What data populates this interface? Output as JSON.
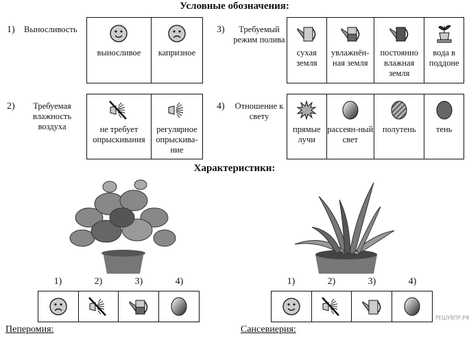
{
  "legend_title": "Условные обозначения:",
  "groups": [
    {
      "num": "1)",
      "label": "Выносливость",
      "items": [
        {
          "icon": "smile-face",
          "text": "выносливое"
        },
        {
          "icon": "sad-face",
          "text": "капризное"
        }
      ]
    },
    {
      "num": "2)",
      "label": "Требуемая влажность воздуха",
      "items": [
        {
          "icon": "sprayer-crossed",
          "text": "не требует опрыскивания"
        },
        {
          "icon": "sprayer",
          "text": "регулярное опрыскива-ние"
        }
      ]
    },
    {
      "num": "3)",
      "label": "Требуемый режим полива",
      "items": [
        {
          "icon": "watering-can-empty",
          "text": "сухая земля"
        },
        {
          "icon": "watering-can-half",
          "text": "увлажнён-ная земля"
        },
        {
          "icon": "watering-can-full",
          "text": "постоянно влажная земля"
        },
        {
          "icon": "pot-in-tray",
          "text": "вода в поддоне"
        }
      ]
    },
    {
      "num": "4)",
      "label": "Отношение к свету",
      "items": [
        {
          "icon": "sun-burst",
          "text": "прямые лучи"
        },
        {
          "icon": "gradient-circle",
          "text": "рассеян-ный свет"
        },
        {
          "icon": "striped-circle",
          "text": "полутень"
        },
        {
          "icon": "dark-circle",
          "text": "тень"
        }
      ]
    }
  ],
  "characteristics_title": "Характеристики:",
  "column_numbers": [
    "1)",
    "2)",
    "3)",
    "4)"
  ],
  "plants": [
    {
      "name": "Пеперомия:",
      "icons": [
        "sad-face",
        "sprayer-crossed",
        "watering-can-half",
        "gradient-circle"
      ]
    },
    {
      "name": "Сансевиерия:",
      "icons": [
        "smile-face",
        "sprayer-crossed",
        "watering-can-empty",
        "gradient-circle"
      ]
    }
  ],
  "watermark": "РЕШУВПР.РФ"
}
